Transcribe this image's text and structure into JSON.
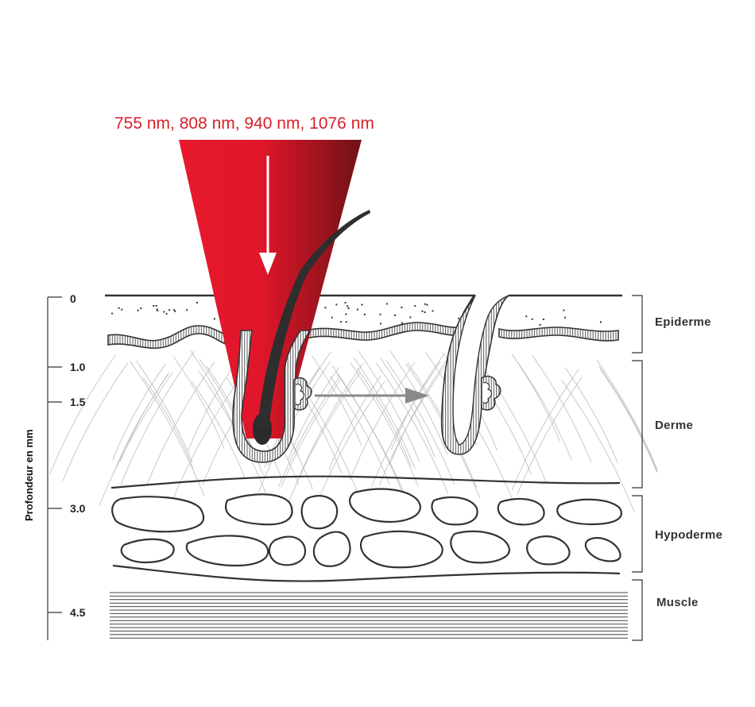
{
  "wavelengths": "755 nm, 808 nm, 940 nm, 1076 nm",
  "axis_title": "Profondeur en mm",
  "depth_ticks": [
    "0",
    "1.0",
    "1.5",
    "3.0",
    "4.5"
  ],
  "layers": [
    "Epiderme",
    "Derme",
    "Hypoderme",
    "Muscle"
  ],
  "colors": {
    "laser_light": "#e8192c",
    "laser_dark": "#6e1216",
    "label_red": "#d81f2a",
    "outline": "#333333",
    "fiber": "#b9b9b9",
    "arrow": "#8a8a8a"
  },
  "icons": {
    "beam_arrow": "down-arrow-icon",
    "migration_arrow": "right-arrow-icon"
  }
}
